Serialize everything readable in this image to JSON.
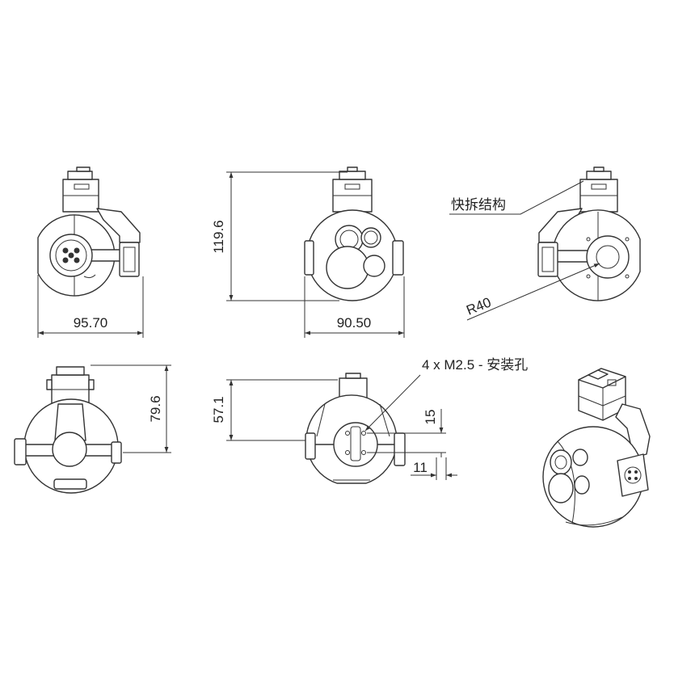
{
  "colors": {
    "stroke": "#333333",
    "background": "#ffffff"
  },
  "labels": {
    "side_width": "95.70",
    "front_height": "119.6",
    "front_width": "90.50",
    "quick_release": "快拆结构",
    "radius": "R40",
    "mount_holes": "4 x M2.5 - 安装孔",
    "top_height": "79.6",
    "bottom_height": "57.1",
    "hole_spacing_v": "15",
    "hole_spacing_h": "11"
  }
}
